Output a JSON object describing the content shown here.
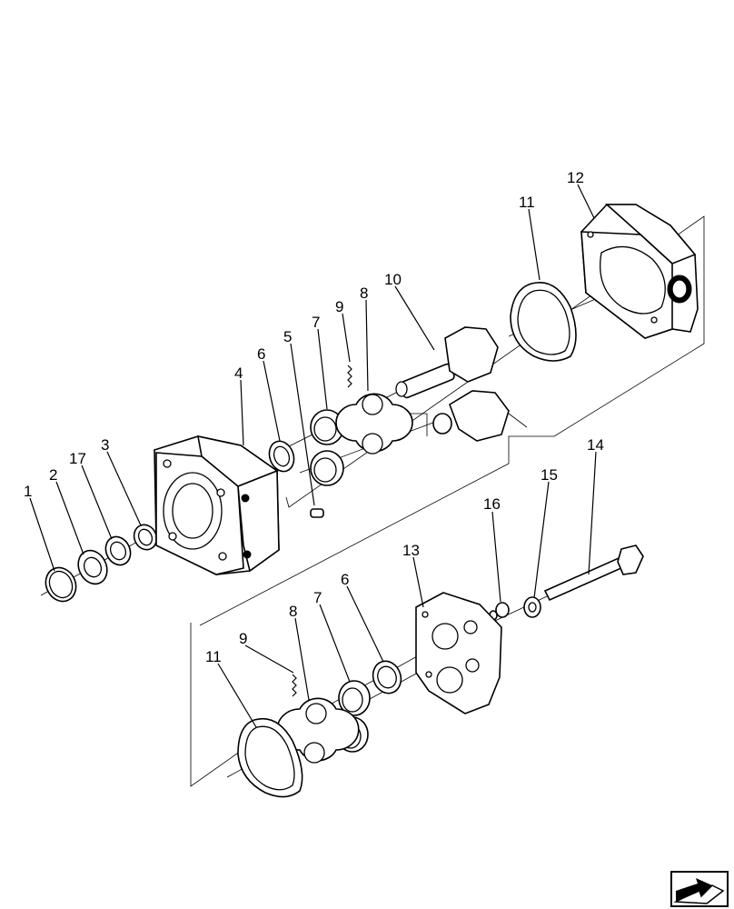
{
  "callouts": [
    {
      "id": "c1",
      "text": "1"
    },
    {
      "id": "c2",
      "text": "2"
    },
    {
      "id": "c17",
      "text": "17"
    },
    {
      "id": "c3",
      "text": "3"
    },
    {
      "id": "c4",
      "text": "4"
    },
    {
      "id": "c6a",
      "text": "6"
    },
    {
      "id": "c5",
      "text": "5"
    },
    {
      "id": "c7a",
      "text": "7"
    },
    {
      "id": "c9a",
      "text": "9"
    },
    {
      "id": "c8a",
      "text": "8"
    },
    {
      "id": "c10",
      "text": "10"
    },
    {
      "id": "c11a",
      "text": "11"
    },
    {
      "id": "c12",
      "text": "12"
    },
    {
      "id": "c14",
      "text": "14"
    },
    {
      "id": "c15",
      "text": "15"
    },
    {
      "id": "c16",
      "text": "16"
    },
    {
      "id": "c13",
      "text": "13"
    },
    {
      "id": "c6b",
      "text": "6"
    },
    {
      "id": "c7b",
      "text": "7"
    },
    {
      "id": "c8b",
      "text": "8"
    },
    {
      "id": "c9b",
      "text": "9"
    },
    {
      "id": "c11b",
      "text": "11"
    }
  ],
  "icons": {
    "nav": "next-page-arrow-icon"
  }
}
